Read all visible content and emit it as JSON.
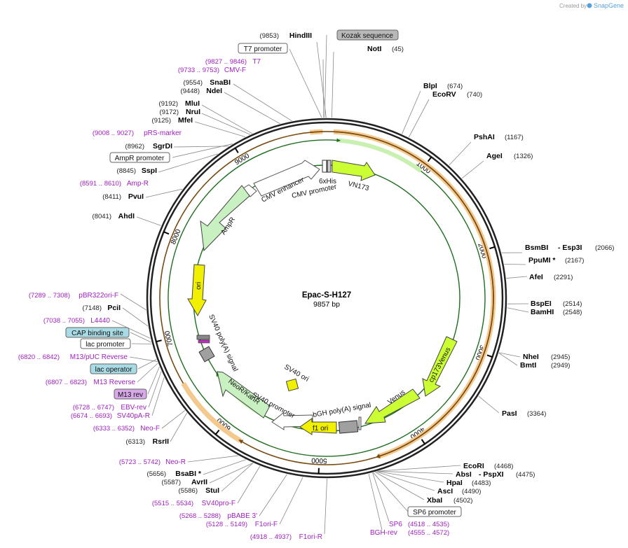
{
  "credit": {
    "text": "Created by",
    "brand": "SnapGene"
  },
  "plasmid": {
    "name": "Epac-S-H127",
    "length_label": "9857 bp"
  },
  "colors": {
    "enzyme": "#000000",
    "primer": "#a020c0",
    "promoter_box": "#ffffff",
    "cap_box": "#a8dbe6",
    "m13_box": "#d9a8e8",
    "kozak_box": "#b8b8b8",
    "orange_arrow": "#e0a060",
    "green_arrow": "#44aa44",
    "yellow_feature": "#f0f000",
    "lightgreen_feature": "#c8f0c0",
    "grey_feature": "#a0a0a0"
  },
  "ticks": [
    "1000",
    "2000",
    "3000",
    "4000",
    "5000",
    "6000",
    "7000",
    "8000",
    "9000"
  ],
  "right_enzymes": [
    {
      "name": "NotI",
      "pos": "(45)"
    },
    {
      "name": "BlpI",
      "pos": "(674)"
    },
    {
      "name": "EcoRV",
      "pos": "(740)"
    },
    {
      "name": "PshAI",
      "pos": "(1167)"
    },
    {
      "name": "AgeI",
      "pos": "(1326)"
    },
    {
      "name": "BsmBI",
      "extra": "- Esp3I",
      "pos": "(2066)"
    },
    {
      "name": "PpuMI *",
      "pos": "(2167)"
    },
    {
      "name": "AfeI",
      "pos": "(2291)"
    },
    {
      "name": "BspEI",
      "pos": "(2514)"
    },
    {
      "name": "BamHI",
      "pos": "(2548)"
    },
    {
      "name": "NheI",
      "pos": "(2945)"
    },
    {
      "name": "BmtI",
      "pos": "(2949)"
    },
    {
      "name": "PasI",
      "pos": "(3364)"
    },
    {
      "name": "EcoRI",
      "pos": "(4468)"
    },
    {
      "name": "AbsI",
      "extra": "- PspXI",
      "pos": "(4475)"
    },
    {
      "name": "HpaI",
      "pos": "(4483)"
    },
    {
      "name": "AscI",
      "pos": "(4490)"
    },
    {
      "name": "XbaI",
      "pos": "(4502)"
    }
  ],
  "left_enzymes": [
    {
      "name": "HindIII",
      "pos": "(9853)"
    },
    {
      "name": "SnaBI",
      "pos": "(9554)"
    },
    {
      "name": "NdeI",
      "pos": "(9448)"
    },
    {
      "name": "MluI",
      "pos": "(9192)"
    },
    {
      "name": "NruI",
      "pos": "(9172)"
    },
    {
      "name": "MfeI",
      "pos": "(9125)"
    },
    {
      "name": "SgrDI",
      "pos": "(8962)"
    },
    {
      "name": "SspI",
      "pos": "(8845)"
    },
    {
      "name": "PvuI",
      "pos": "(8411)"
    },
    {
      "name": "AhdI",
      "pos": "(8041)"
    },
    {
      "name": "PciI",
      "pos": "(7148)"
    },
    {
      "name": "RsrII",
      "pos": "(6313)"
    },
    {
      "name": "BsaBI *",
      "pos": "(5656)"
    },
    {
      "name": "AvrII",
      "pos": "(5587)"
    },
    {
      "name": "StuI",
      "pos": "(5586)"
    }
  ],
  "primers": [
    {
      "name": "T7",
      "pos": "(9827 .. 9846)"
    },
    {
      "name": "CMV-F",
      "pos": "(9733 .. 9753)"
    },
    {
      "name": "pRS-marker",
      "pos": "(9008 .. 9027)"
    },
    {
      "name": "Amp-R",
      "pos": "(8591 .. 8610)"
    },
    {
      "name": "pBR322ori-F",
      "pos": "(7289 .. 7308)"
    },
    {
      "name": "L4440",
      "pos": "(7038 .. 7055)"
    },
    {
      "name": "M13/pUC Reverse",
      "pos": "(6820 .. 6842)"
    },
    {
      "name": "M13 Reverse",
      "pos": "(6807 .. 6823)"
    },
    {
      "name": "EBV-rev",
      "pos": "(6728 .. 6747)"
    },
    {
      "name": "SV40pA-R",
      "pos": "(6674 .. 6693)"
    },
    {
      "name": "Neo-F",
      "pos": "(6333 .. 6352)"
    },
    {
      "name": "Neo-R",
      "pos": "(5723 .. 5742)"
    },
    {
      "name": "SV40pro-F",
      "pos": "(5515 .. 5534)"
    },
    {
      "name": "pBABE 3'",
      "pos": "(5268 .. 5288)"
    },
    {
      "name": "F1ori-F",
      "pos": "(5128 .. 5149)"
    },
    {
      "name": "F1ori-R",
      "pos": "(4918 .. 4937)"
    },
    {
      "name": "SP6",
      "pos": "(4518 .. 4535)"
    },
    {
      "name": "BGH-rev",
      "pos": "(4555 .. 4572)"
    }
  ],
  "boxes": {
    "kozak": "Kozak sequence",
    "t7_promoter": "T7 promoter",
    "ampr_promoter": "AmpR promoter",
    "cap_site": "CAP binding site",
    "lac_promoter": "lac promoter",
    "lac_operator": "lac operator",
    "m13_rev": "M13 rev",
    "sp6_promoter": "SP6 promoter"
  },
  "features": {
    "cmv_enhancer": "CMV enhancer",
    "cmv_promoter": "CMV promoter",
    "his": "6xHis",
    "vn173": "VN173",
    "ampr": "AmpR",
    "ori": "ori",
    "sv40_polya": "SV40 poly(A) signal",
    "neokanr": "NeoR/KanR",
    "sv40_promoter": "SV40 promoter",
    "sv40_ori": "SV40 ori",
    "f1_ori": "f1 ori",
    "bgh": "bGH poly(A) signal",
    "venus": "Venus",
    "cp173venus": "cp173Venus"
  }
}
